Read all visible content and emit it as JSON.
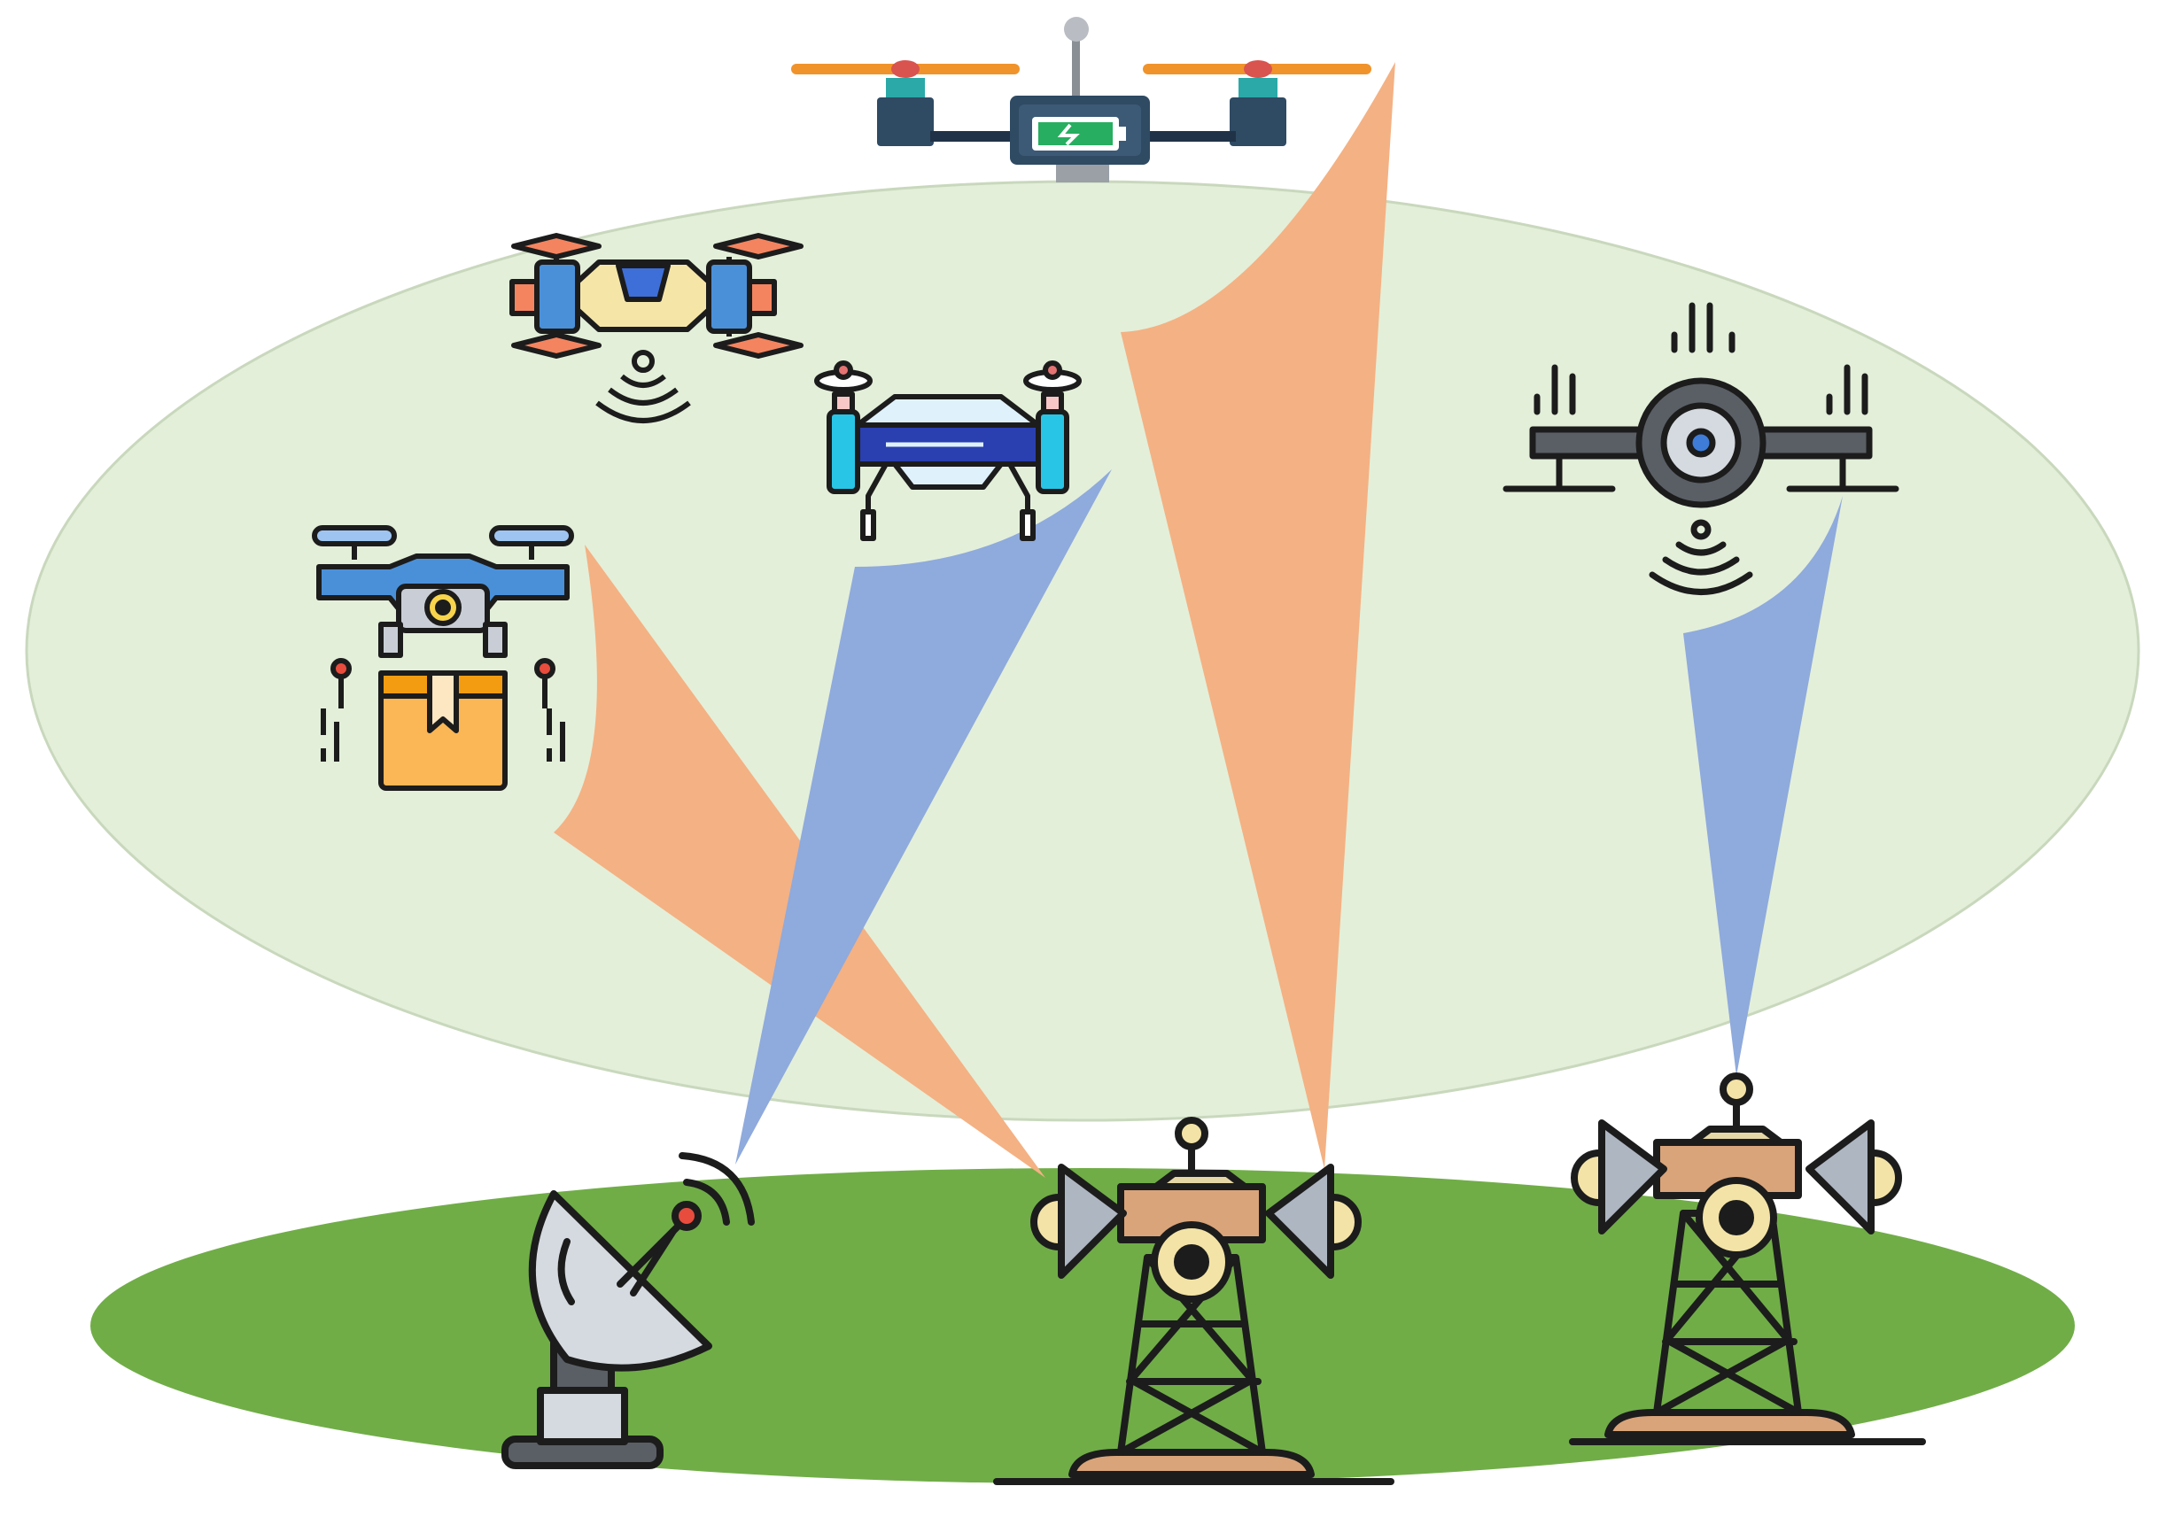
{
  "diagram": {
    "airspace_color": "#e3efd9",
    "ground_color": "#70ad47",
    "uplink_beam_color": "#f4b183",
    "downlink_beam_color": "#8faadc",
    "nodes": {
      "aerial": [
        {
          "name": "charging-quad-drone"
        },
        {
          "name": "surveillance-drone"
        },
        {
          "name": "agriculture-drone"
        },
        {
          "name": "delivery-drone"
        },
        {
          "name": "camera-drone"
        }
      ],
      "ground": [
        {
          "name": "satellite-dish"
        },
        {
          "name": "cell-tower-center"
        },
        {
          "name": "cell-tower-right"
        }
      ]
    },
    "links": [
      {
        "from": "cell-tower-center",
        "to": "delivery-drone",
        "type": "uplink"
      },
      {
        "from": "cell-tower-center",
        "to": "charging-quad-drone",
        "type": "uplink"
      },
      {
        "from": "satellite-dish",
        "to": "agriculture-drone",
        "type": "downlink"
      },
      {
        "from": "cell-tower-right",
        "to": "camera-drone",
        "type": "downlink"
      }
    ]
  }
}
